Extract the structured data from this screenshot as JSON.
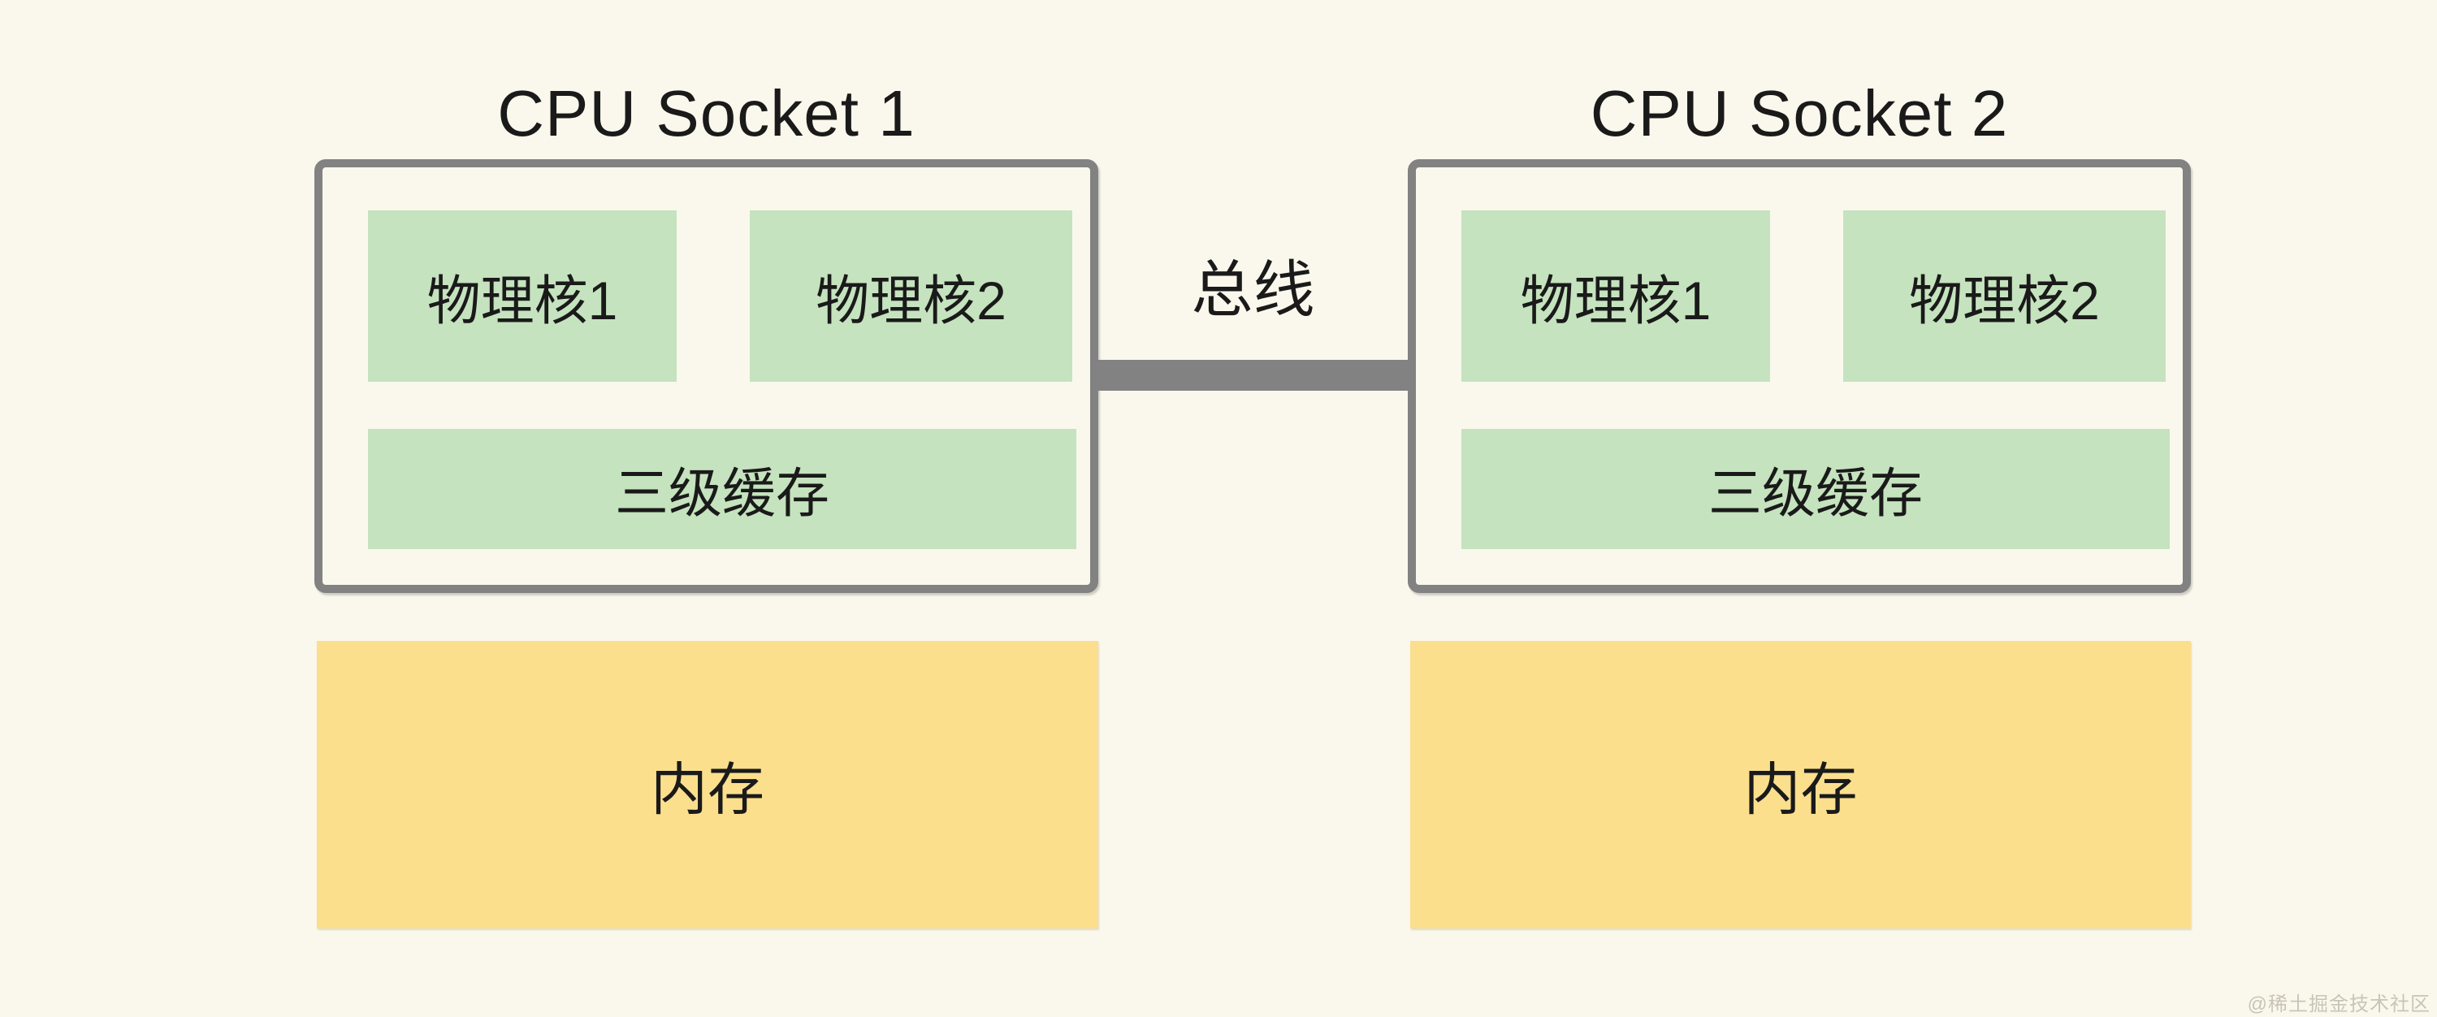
{
  "diagram": {
    "bus": {
      "label": "总线"
    },
    "sockets": [
      {
        "title": "CPU Socket 1",
        "cores": [
          "物理核1",
          "物理核2"
        ],
        "cache": "三级缓存",
        "memory": "内存"
      },
      {
        "title": "CPU Socket 2",
        "cores": [
          "物理核1",
          "物理核2"
        ],
        "cache": "三级缓存",
        "memory": "内存"
      }
    ],
    "watermark": "@稀土掘金技术社区"
  },
  "colors": {
    "background": "#FAF8EC",
    "core_fill": "#C5E3BE",
    "memory_fill": "#FBDF8D",
    "border_gray": "#828282",
    "text": "#1A1A1A",
    "watermark": "#C9C4B6"
  }
}
